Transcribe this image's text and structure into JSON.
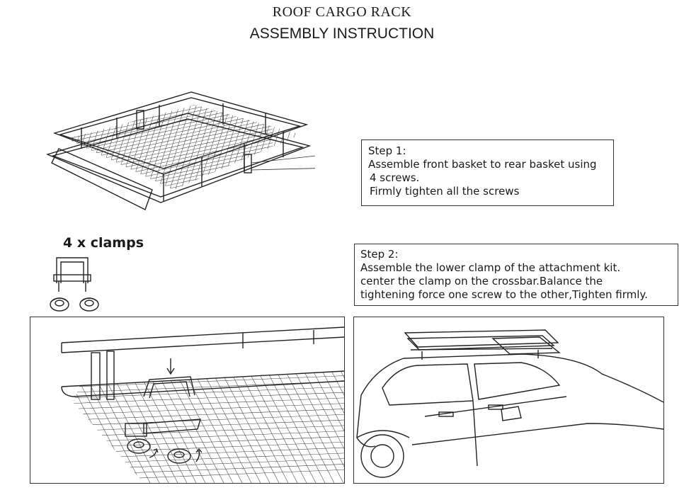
{
  "header": {
    "title": "ROOF CARGO RACK",
    "subtitle": "ASSEMBLY INSTRUCTION"
  },
  "step1": {
    "heading": "Step 1:",
    "lines": [
      "Assemble front basket to rear basket using",
      "4 screws.",
      "Firmly tighten all the screws"
    ]
  },
  "step2": {
    "heading": "Step 2:",
    "lines": [
      "Assemble the lower clamp of the attachment kit.",
      "center the clamp on the crossbar.Balance the",
      "tightening force one screw to the other,Tighten firmly."
    ]
  },
  "clamps": {
    "label": "4 x clamps"
  }
}
